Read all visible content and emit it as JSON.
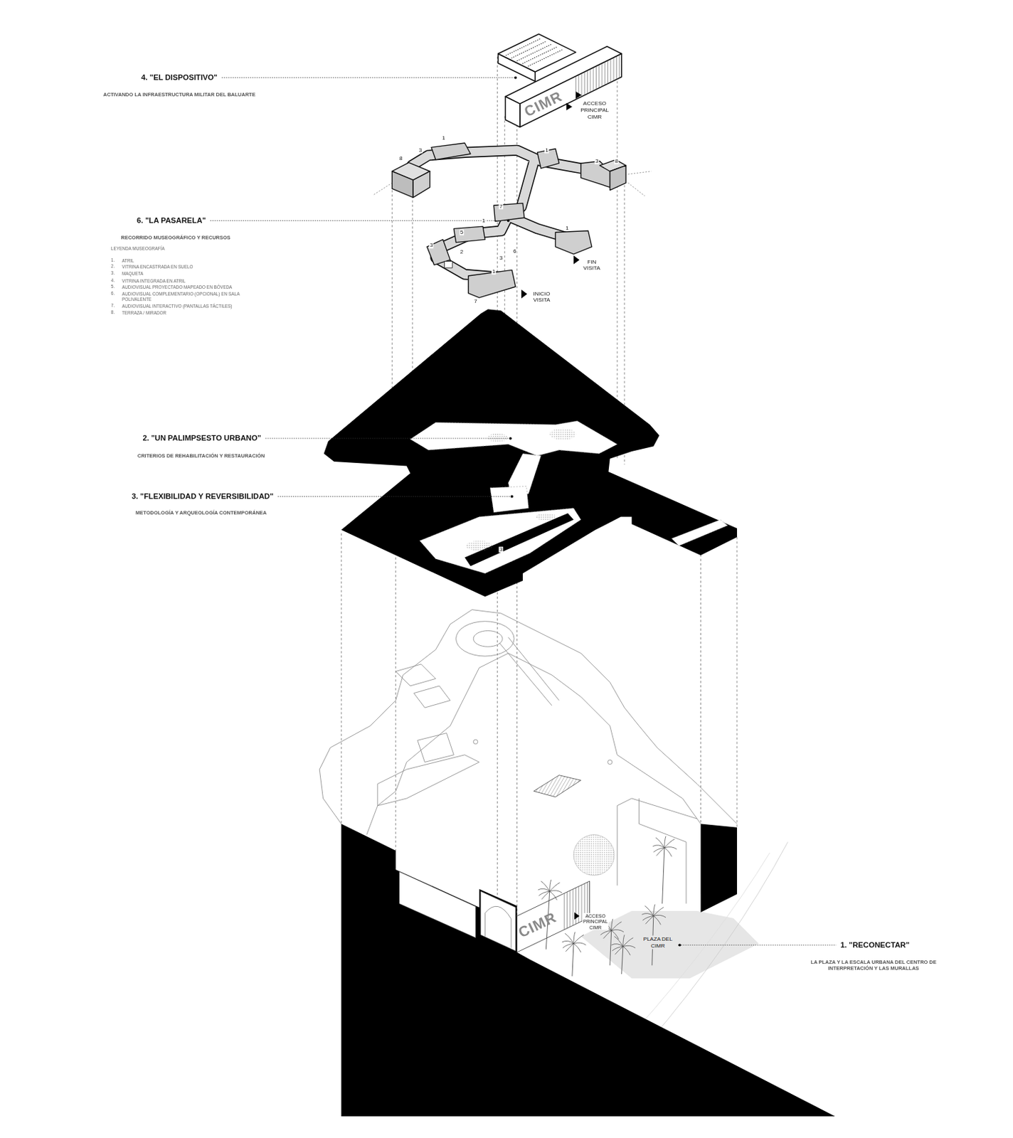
{
  "diagram": {
    "labels": [
      "4. \"EL DISPOSITIVO\"",
      "ACTIVANDO LA INFRAESTRUCTURA MILITAR DEL BALUARTE",
      "CIMR",
      "ACCESO PRINCIPAL CIMR",
      "1",
      "3",
      "8",
      "1",
      "3",
      "8",
      "6. \"LA PASARELA\"",
      "RECORRIDO MUSEOGRÁFICO Y RECURSOS",
      "LEYENDA MUSEOGRAFÍA",
      "1.",
      "2.",
      "3.",
      "4.",
      "5.",
      "6.",
      "7.",
      "8.",
      "7",
      "1",
      "1",
      "5",
      "3",
      "2",
      "6",
      "3",
      "FIN VISITA",
      "1",
      "INICIO VISITA",
      "7",
      "2. \"UN PALIMPSESTO URBANO\"",
      "CRITERIOS DE REHABILITACIÓN Y RESTAURACIÓN",
      "3. \"FLEXIBILIDAD Y REVERSIBILIDAD\"",
      "METODOLOGÍA Y ARQUEOLOGÍA CONTEMPORÁNEA",
      "3",
      "CIMR",
      "ACCESO PRINCIPAL CIMR",
      "PLAZA DEL CIMR",
      "1. \"RECONECTAR\"",
      "LA PLAZA Y LA ESCALA URBANA DEL CENTRO DE INTERPRETACIÓN Y LAS MURALLAS"
    ],
    "legend": [
      {
        "text": "ATRIL"
      },
      {
        "text": "VITRINA ENCASTRADA EN SUELO"
      },
      {
        "text": "MAQUETA"
      },
      {
        "text": "VITRINA INTEGRADA EN ATRIL"
      },
      {
        "text": "AUDIOVISUAL PROYECTADO MAPEADO EN BÓVEDA"
      },
      {
        "text": "AUDIOVISUAL COMPLEMENTARIO (OPCIONAL) EN SALA POLIVALENTE"
      },
      {
        "text": "AUDIOVISUAL INTERACTIVO (PANTALLAS TÁCTILES)"
      },
      {
        "text": "TERRAZA / MIRADOR"
      }
    ]
  }
}
